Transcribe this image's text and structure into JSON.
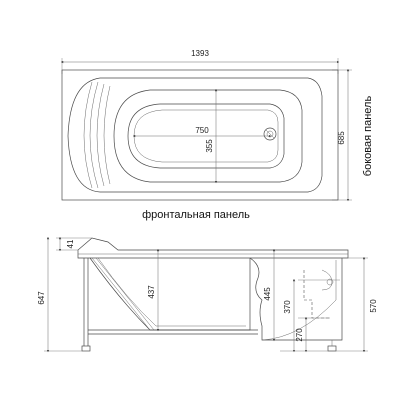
{
  "top_view": {
    "width_dim": "1393",
    "depth_dim": "685",
    "inner_length_dim": "750",
    "inner_width_dim": "355",
    "side_panel_label": "боковая панель",
    "front_panel_label": "фронтальная панель"
  },
  "side_view": {
    "rim_dim": "41",
    "total_height_dim": "647",
    "inner_depth_dim": "437",
    "depth_right_dim": "445",
    "drain_height_dim": "370",
    "drain_offset_dim": "270",
    "frame_height_dim": "570"
  }
}
